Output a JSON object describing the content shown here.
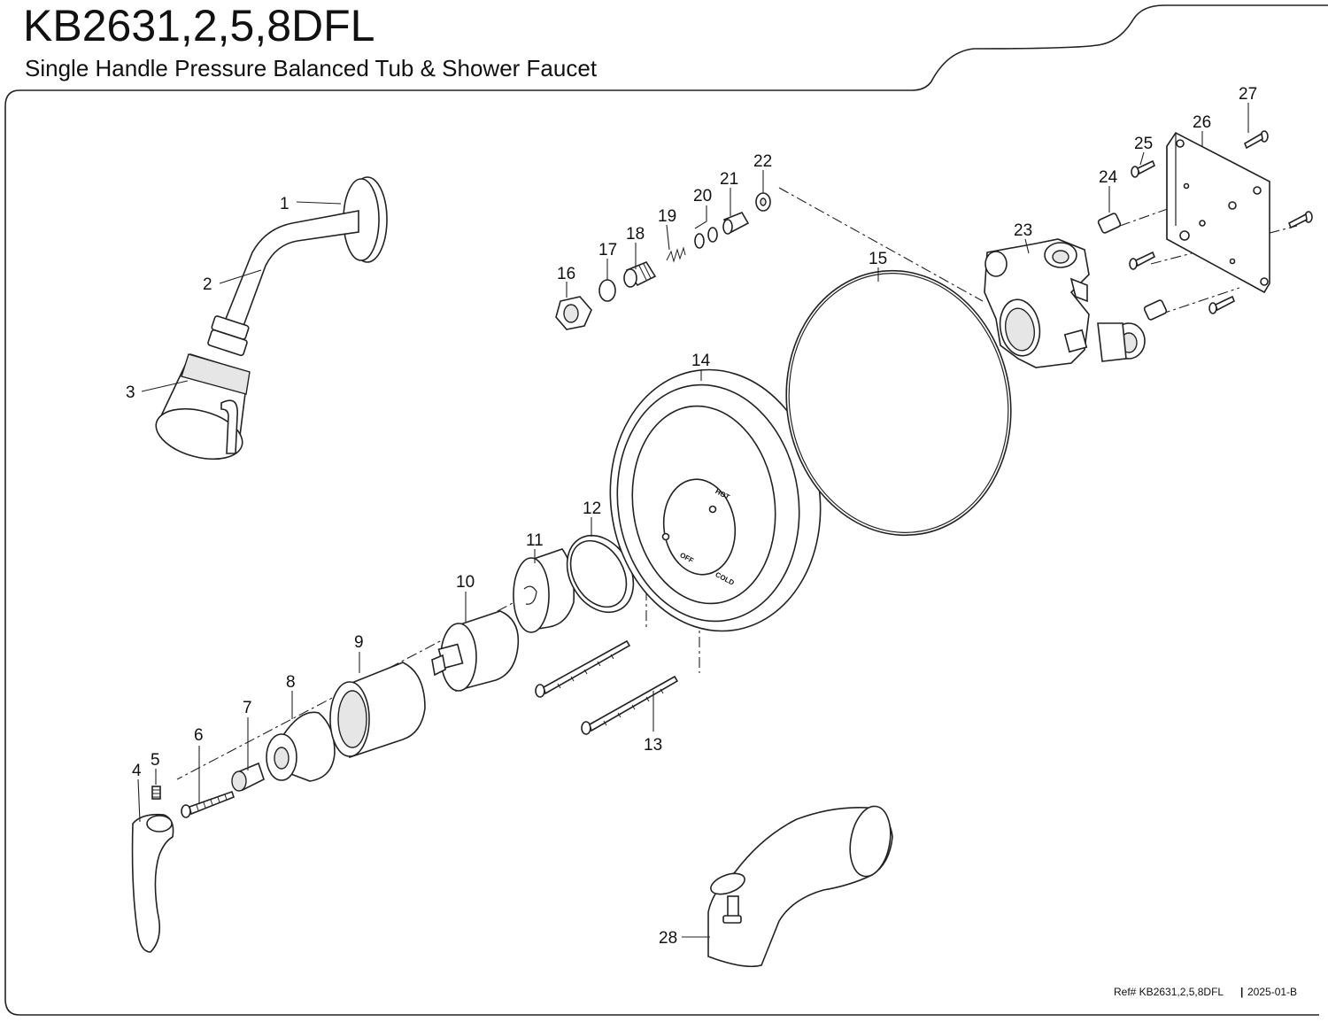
{
  "header": {
    "model": "KB2631,2,5,8DFL",
    "description": "Single Handle Pressure Balanced Tub & Shower Faucet"
  },
  "parts": [
    {
      "number": "1"
    },
    {
      "number": "2"
    },
    {
      "number": "3"
    },
    {
      "number": "4"
    },
    {
      "number": "5"
    },
    {
      "number": "6"
    },
    {
      "number": "7"
    },
    {
      "number": "8"
    },
    {
      "number": "9"
    },
    {
      "number": "10"
    },
    {
      "number": "11"
    },
    {
      "number": "12"
    },
    {
      "number": "13"
    },
    {
      "number": "14"
    },
    {
      "number": "15"
    },
    {
      "number": "16"
    },
    {
      "number": "17"
    },
    {
      "number": "18"
    },
    {
      "number": "19"
    },
    {
      "number": "20"
    },
    {
      "number": "21"
    },
    {
      "number": "22"
    },
    {
      "number": "23"
    },
    {
      "number": "24"
    },
    {
      "number": "25"
    },
    {
      "number": "26"
    },
    {
      "number": "27"
    },
    {
      "number": "28"
    }
  ],
  "dial_labels": {
    "hot": "HOT",
    "off": "OFF",
    "cold": "COLD"
  },
  "footer": {
    "ref": "Ref# KB2631,2,5,8DFL",
    "separator": "|",
    "revision": "2025-01-B"
  }
}
